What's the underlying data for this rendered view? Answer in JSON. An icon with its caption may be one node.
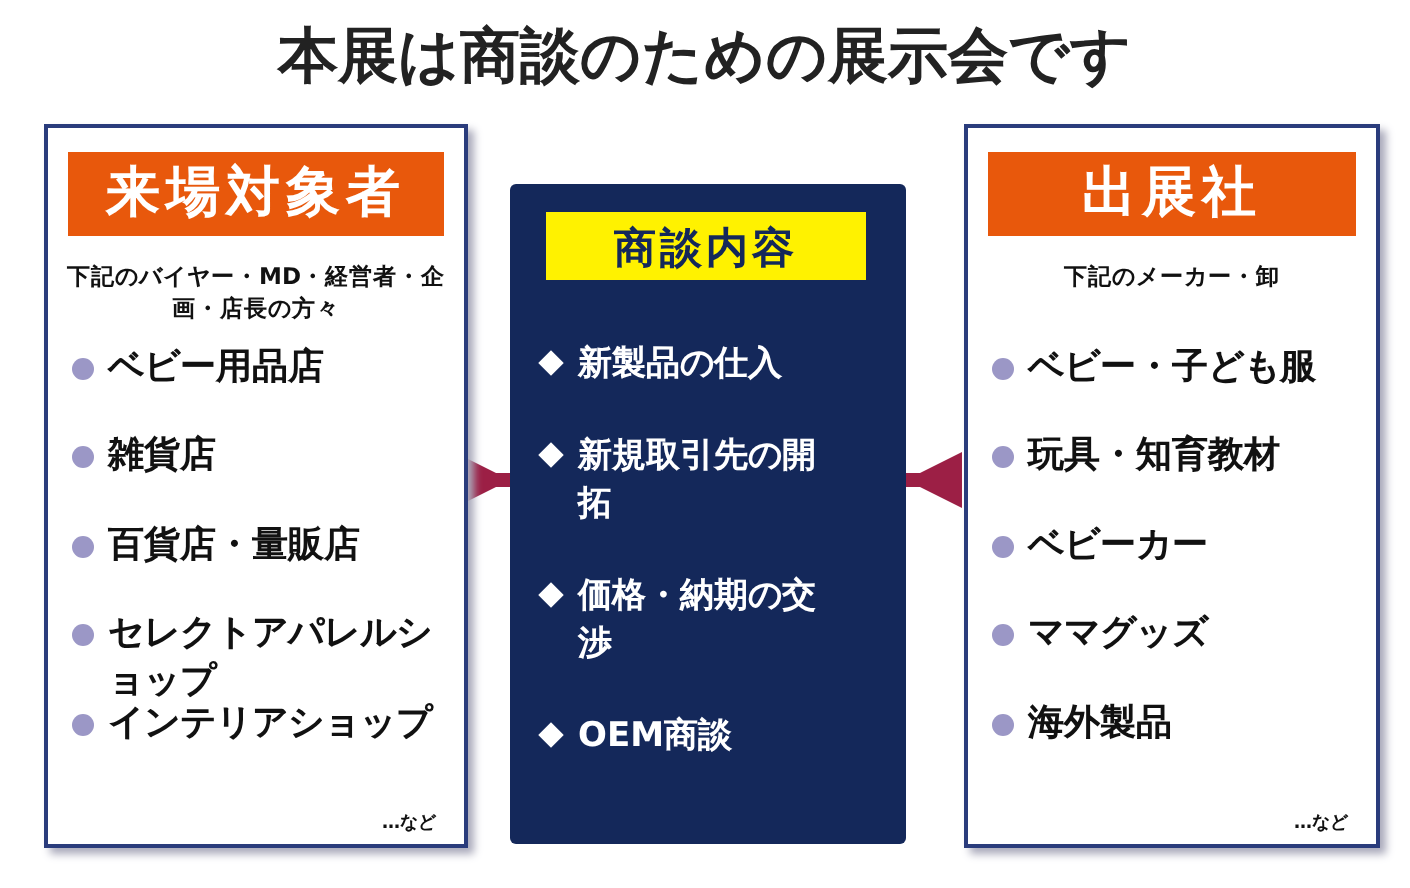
{
  "diagram": {
    "title": "本展は商談のための展示会です",
    "nodes": [
      {
        "text": [
          "下記のバイヤー・MD・経営者・企画・店長の方々",
          "ベビー用品店",
          "雑貨店",
          "百貨店・量販店",
          "セレクトアパレルショップ",
          "インテリアショップ",
          "…など"
        ]
      },
      {
        "text": [
          "来場対象者"
        ],
        "in": 0
      },
      {
        "text": [
          "新製品の仕入",
          "新規取引先の開拓",
          "価格・納期の交渉",
          "OEM商談"
        ]
      },
      {
        "text": [
          "商談内容"
        ],
        "in": 2
      },
      {
        "text": [
          "下記のメーカー・卸",
          "ベビー・子ども服",
          "玩具・知育教材",
          "ベビーカー",
          "ママグッズ",
          "海外製品",
          "…など"
        ]
      },
      {
        "text": [
          "出展社"
        ],
        "in": 4
      }
    ],
    "edges": [
      {
        "from": 0,
        "to": 2,
        "arrow": "to"
      },
      {
        "from": 4,
        "to": 2,
        "arrow": "to"
      }
    ]
  }
}
